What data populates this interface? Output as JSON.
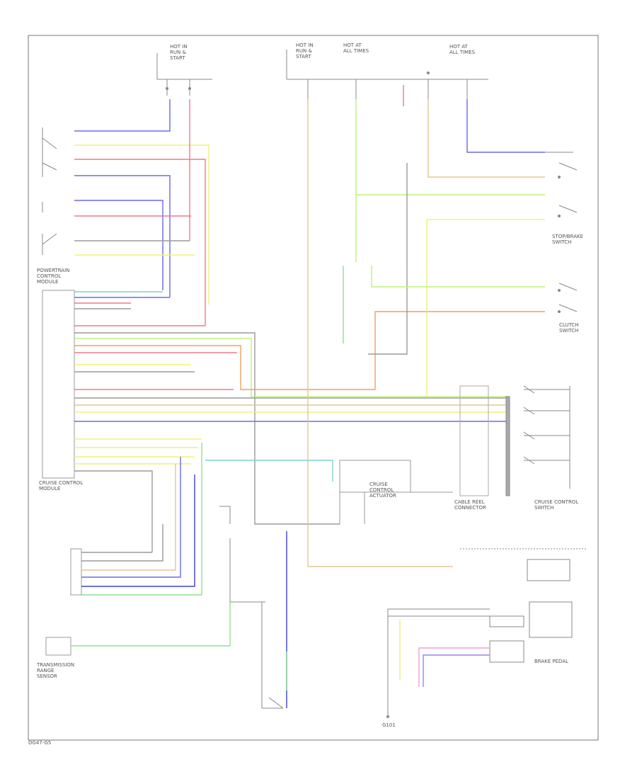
{
  "diagram": {
    "labels": {
      "hot_run_start_1": "HOT IN\nRUN & START",
      "hot_run_start_2": "HOT IN\nRUN & START",
      "hot_at_all_times_1": "HOT AT\nALL TIMES",
      "hot_at_all_times_2": "HOT AT\nALL TIMES",
      "cruise_control_module": "CRUISE CONTROL\nMODULE",
      "pcm": "POWERTRAIN\nCONTROL\nMODULE",
      "transmission_range_sensor": "TRANSMISSION\nRANGE\nSENSOR",
      "clutch_switch": "CLUTCH\nSWITCH",
      "stop_brake_switch": "STOP/BRAKE\nSWITCH",
      "cruise_control_switch": "CRUISE CONTROL\nSWITCH",
      "cable_reel": "CABLE REEL\nCONNECTOR",
      "actuator": "CRUISE\nCONTROL\nACTUATOR",
      "brake_pedal": "BRAKE PEDAL",
      "ground": "G101"
    },
    "wire_colors": {
      "blue": "#6a6af0",
      "yellow": "#f0f07a",
      "red": "#f07a8a",
      "pink": "#f0a0d0",
      "green": "#90e090",
      "lightgreen": "#c0f080",
      "orange": "#f0a060",
      "tan": "#e0c890",
      "cyan": "#80d0d0",
      "gray": "#9a9a9a",
      "violet": "#a080f0",
      "navy": "#4040d0"
    },
    "footer_code": "DG47-G5"
  }
}
